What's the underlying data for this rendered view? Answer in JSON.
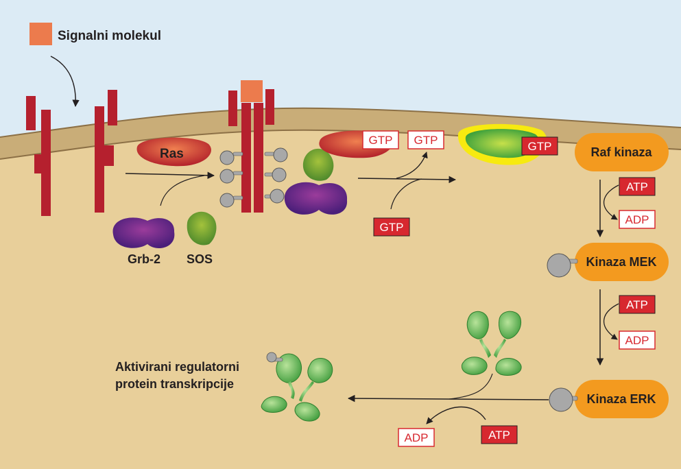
{
  "labels": {
    "signal_molecule": "Signalni molekul",
    "ras": "Ras",
    "grb2": "Grb-2",
    "sos": "SOS",
    "raf": "Raf kinaza",
    "mek": "Kinaza MEK",
    "erk": "Kinaza ERK",
    "activated_line1": "Aktivirani regulatorni",
    "activated_line2": "protein transkripcije"
  },
  "tags": {
    "gtp": "GTP",
    "atp": "ATP",
    "adp": "ADP"
  },
  "colors": {
    "sky": "#dcebf5",
    "cytoplasm": "#e8cf9a",
    "membrane": "#c9ad78",
    "membrane_edge": "#8c7046",
    "receptor": "#b5202e",
    "signal": "#ec7b4d",
    "ras": "#c8312b",
    "grb2": "#6d2a8e",
    "sos": "#6f9a2a",
    "kinase": "#f39a1f",
    "phosphate": "#a8a8a8",
    "tag_red": "#d7282f",
    "tf_green": "#59b84a",
    "highlight": "#f7ea10"
  }
}
